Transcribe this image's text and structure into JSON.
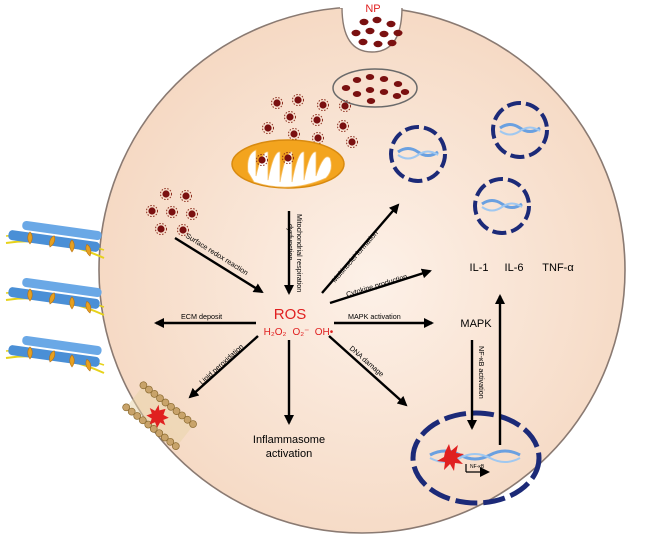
{
  "labels": {
    "np": "NP",
    "ros": "ROS",
    "h2o2": "H₂O₂",
    "o2": "O₂⁻",
    "oh": "OH•",
    "inflammasome_line1": "Inflammasome",
    "inflammasome_line2": "activation",
    "mapk": "MAPK",
    "il1": "IL-1",
    "il6": "IL-6",
    "tnf": "TNF-α",
    "nfkb_small": "NF-κB"
  },
  "arrows": {
    "mito_line1": "Mitochondrial respiration",
    "mito_line2": "dysfunction",
    "surface_redox": "Surface redox reaction",
    "ecm_deposit": "ECM deposit",
    "lipid_peroxidation": "Lipid peroxidation",
    "multinuclei": "Multinuclei formation",
    "cytokine": "Cytokine production",
    "mapk_activation": "MAPK activation",
    "dna_damage": "DNA damage",
    "nfkb_activation": "NF-κB activation"
  },
  "colors": {
    "cell_fill": "#f6dcc8",
    "cell_center": "#fdf1e8",
    "cell_stroke": "#8a7a72",
    "np_red": "#7a1010",
    "ros_red": "#e02020",
    "nucleus_blue": "#1c2a78",
    "mito_orange": "#f3a41e",
    "collagen_blue": "#4a8fd6",
    "fiber_yellow": "#e6d21a",
    "membrane_tan": "#c8a36a"
  }
}
